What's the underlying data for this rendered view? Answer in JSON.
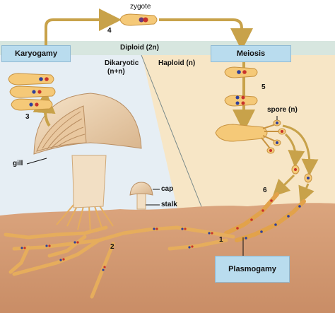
{
  "stages": {
    "karyogamy": "Karyogamy",
    "meiosis": "Meiosis",
    "plasmogamy": "Plasmogamy"
  },
  "phases": {
    "diploid": "Diploid (2n)",
    "dikaryotic_line1": "Dikaryotic",
    "dikaryotic_line2": "(n+n)",
    "haploid": "Haploid (n)"
  },
  "labels": {
    "zygote": "zygote",
    "spore": "spore (n)",
    "gill": "gill",
    "cap": "cap",
    "stalk": "stalk"
  },
  "steps": [
    "1",
    "2",
    "3",
    "4",
    "5",
    "6"
  ],
  "colors": {
    "diploid_band": "#d7e6df",
    "dikaryotic_bg": "#e6eef4",
    "haploid_bg": "#f7e6c6",
    "soil": "#d9a07a",
    "arrow": "#c8a24a",
    "stage_box": "#b9dcee",
    "nucleus_blue": "#2f3f9a",
    "nucleus_red": "#c8322b"
  }
}
